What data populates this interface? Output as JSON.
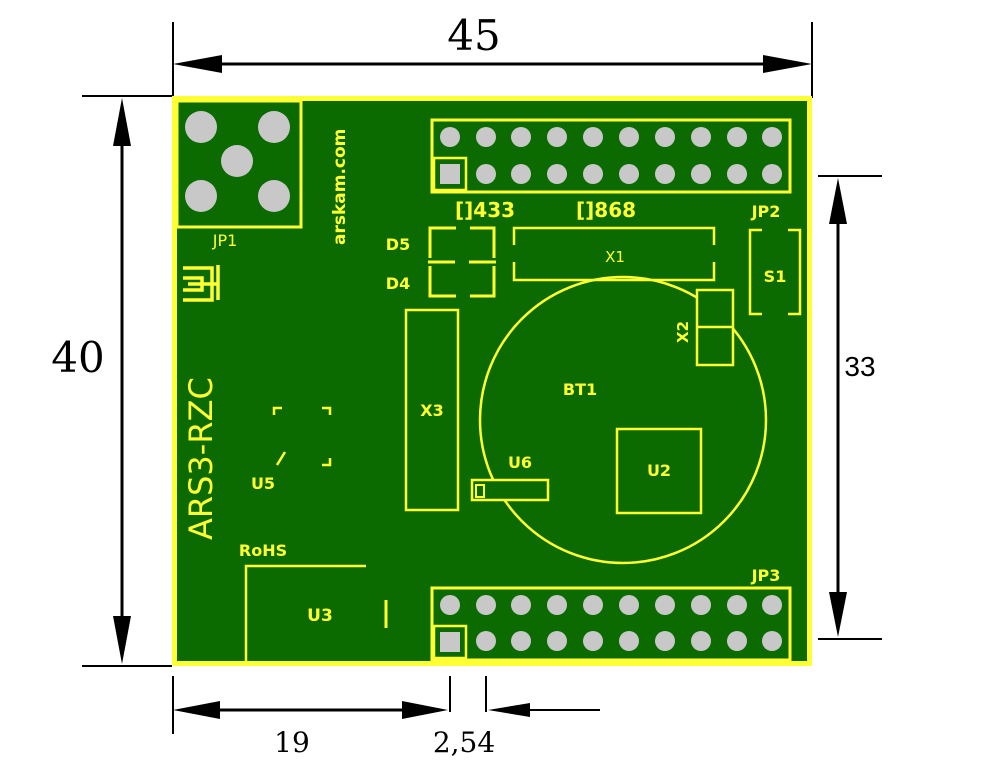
{
  "dimensions": {
    "width": "45",
    "height": "40",
    "header_spacing": "33",
    "offset": "19",
    "pitch": "2,54"
  },
  "board": {
    "brand_url": "arskam.com",
    "logo": "arskam-logo",
    "model": "ARS3-RZC",
    "rohs": "RoHS",
    "freq_433": "[]433",
    "freq_868": "[]868",
    "labels": {
      "jp1": "JP1",
      "jp2": "JP2",
      "jp3": "JP3",
      "d4": "D4",
      "d5": "D5",
      "x1": "X1",
      "x2": "X2",
      "x3": "X3",
      "s1": "S1",
      "bt1": "BT1",
      "u2": "U2",
      "u3": "U3",
      "u5": "U5",
      "u6": "U6"
    }
  },
  "colors": {
    "board": "#0b6b00",
    "board_edge": "#ffff33",
    "silkscreen": "#ffff33",
    "pad": "#c8c8c8"
  }
}
